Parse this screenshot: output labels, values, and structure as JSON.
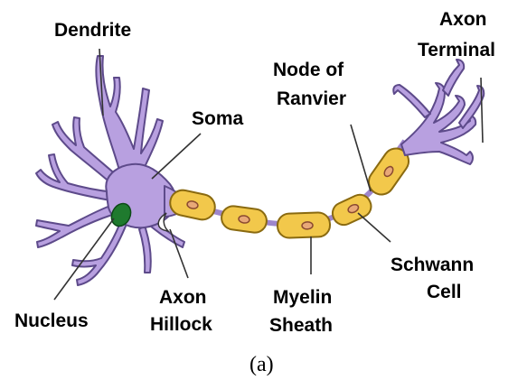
{
  "labels": {
    "dendrite": "Dendrite",
    "soma": "Soma",
    "nucleus": "Nucleus",
    "axon_hillock": [
      "Axon",
      "Hillock"
    ],
    "myelin_sheath": [
      "Myelin",
      "Sheath"
    ],
    "node_of_ranvier": [
      "Node of",
      "Ranvier"
    ],
    "schwann_cell": [
      "Schwann",
      "Cell"
    ],
    "axon_terminal": [
      "Axon",
      "Terminal"
    ]
  },
  "caption": "(a)",
  "colors": {
    "neuron_body": "#b8a0e0",
    "neuron_outline": "#5d4a8a",
    "nucleus": "#1f7a2e",
    "myelin": "#f2c84b",
    "schwann_nucleus": "#e8a878"
  }
}
